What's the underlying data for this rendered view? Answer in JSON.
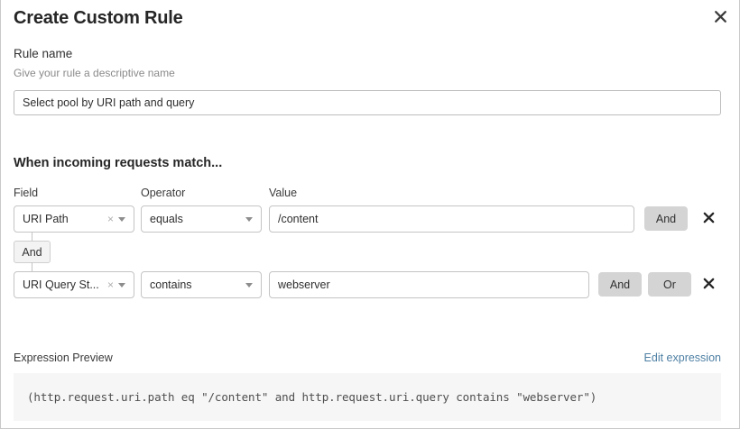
{
  "dialog": {
    "title": "Create Custom Rule",
    "close_icon": "close-icon"
  },
  "rule_name": {
    "label": "Rule name",
    "help": "Give your rule a descriptive name",
    "value": "Select pool by URI path and query",
    "placeholder": "Enter rule name"
  },
  "match": {
    "heading": "When incoming requests match...",
    "columns": {
      "field": "Field",
      "operator": "Operator",
      "value": "Value"
    },
    "connector": {
      "label": "And"
    },
    "rows": [
      {
        "field": "URI Path",
        "clear_glyph": "×",
        "operator": "equals",
        "value": "/content",
        "placeholder": "Enter value",
        "buttons": [
          "And"
        ],
        "remove_icon": "close-icon"
      },
      {
        "field": "URI Query St...",
        "clear_glyph": "×",
        "operator": "contains",
        "value": "webserver",
        "placeholder": "Enter value",
        "buttons": [
          "And",
          "Or"
        ],
        "remove_icon": "close-icon"
      }
    ]
  },
  "expression": {
    "label": "Expression Preview",
    "edit_link": "Edit expression",
    "code": "(http.request.uri.path eq \"/content\" and http.request.uri.query contains \"webserver\")"
  },
  "colors": {
    "link": "#4d7fa3",
    "button_bg": "#d4d4d4",
    "code_bg": "#f6f6f6",
    "border": "#c4c4c4"
  }
}
